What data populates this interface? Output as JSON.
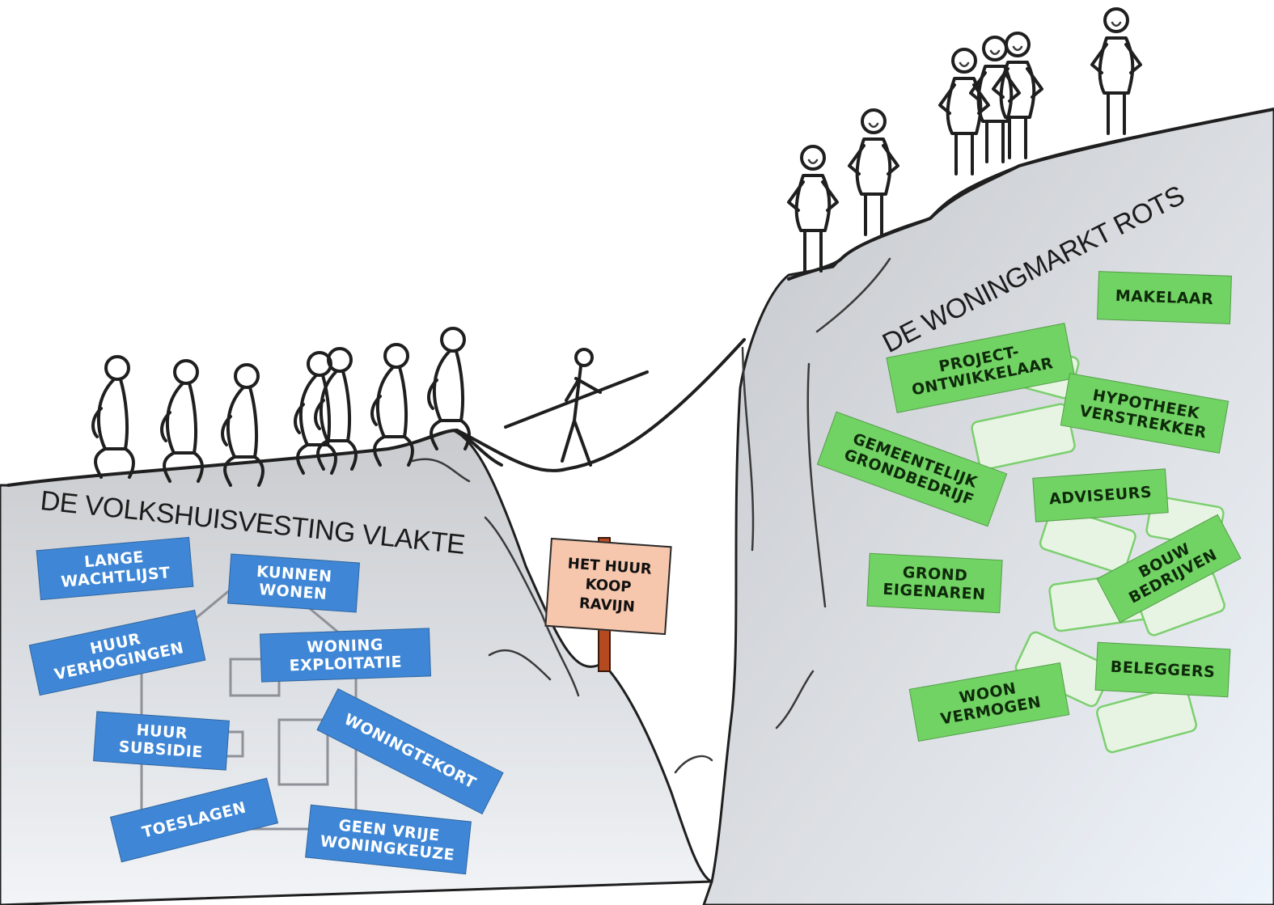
{
  "regions": {
    "plain": "DE VOLKSHUISVESTING VLAKTE",
    "rock": "DE WONINGMARKT ROTS"
  },
  "sign": "HET HUUR\nKOOP\nRAVIJN",
  "plain_tags": [
    "LANGE\nWACHTLIJST",
    "KUNNEN\nWONEN",
    "HUUR\nVERHOGINGEN",
    "WONING\nEXPLOITATIE",
    "HUUR\nSUBSIDIE",
    "WONINGTEKORT",
    "TOESLAGEN",
    "GEEN VRIJE\nWONINGKEUZE"
  ],
  "rock_tags": [
    "MAKELAAR",
    "PROJECT-\nONTWIKKELAAR",
    "HYPOTHEEK\nVERSTREKKER",
    "GEMEENTELIJK\nGRONDBEDRIJF",
    "ADVISEURS",
    "GROND\nEIGENAREN",
    "BOUW\nBEDRIJVEN",
    "BELEGGERS",
    "WOON\nVERMOGEN"
  ],
  "colors": {
    "plain_tag": "#3f87d6",
    "rock_tag": "#71d363",
    "sign": "#f6c7ad",
    "terrain": "#d3d5d8"
  }
}
